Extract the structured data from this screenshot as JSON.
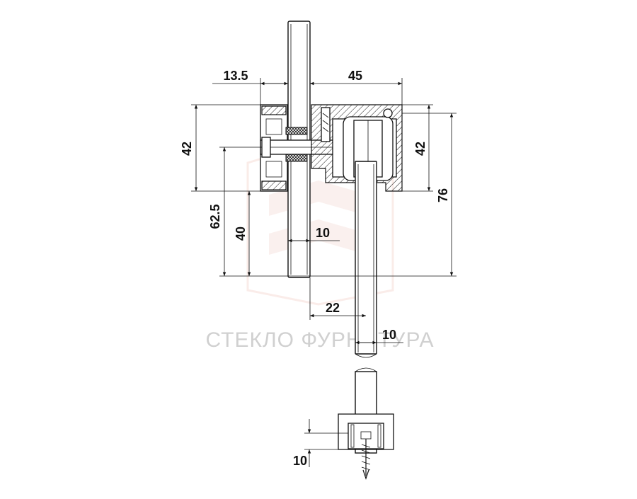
{
  "drawing": {
    "watermark": "СТЕКЛО ФУРНИТУРА",
    "watermark_color": "#d0d0d0",
    "line_color": "#111111",
    "dimensions": {
      "top_left_width": "13.5",
      "top_right_width": "45",
      "left_height": "42",
      "right_height": "42",
      "total_height": "76",
      "axis_height": "62.5",
      "glass_drop": "40",
      "glass_thickness_upper": "10",
      "offset_between_panels": "22",
      "glass_thickness_lower": "10",
      "bottom_guide": "10"
    }
  }
}
